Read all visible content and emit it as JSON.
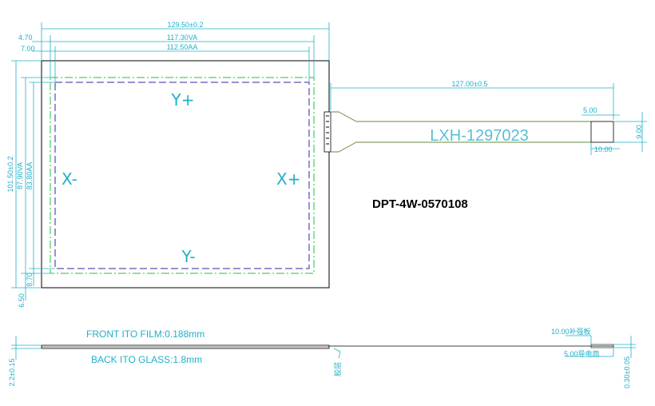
{
  "part_number": "DPT-4W-0570108",
  "tail_label": "LXH-1297023",
  "orientation": {
    "y_plus": "Y+",
    "y_minus": "Y-",
    "x_minus": "X-",
    "x_plus": "X+"
  },
  "dimensions": {
    "outer_width": "129.50±0.2",
    "va_width": "117.30VA",
    "aa_width": "112.50AA",
    "offset_top": "4.70",
    "offset_left": "7.00",
    "tail_length": "127.00±0.5",
    "tail_end_top": "5.00",
    "tail_end_height": "9.00",
    "tail_end_width": "10.00",
    "outer_height": "101.50±0.2",
    "va_height": "87.90VA",
    "aa_height": "83.80AA",
    "offset_bottom_1": "6.50",
    "offset_bottom_2": "8.70"
  },
  "side_view": {
    "front_film": "FRONT ITO FILM:0.188mm",
    "back_glass": "BACK ITO GLASS:1.8mm",
    "total_thickness": "2.2±0.15",
    "tail_thickness": "0.30±0.05",
    "note_10": "10.00补强板",
    "note_5": "5.00导电面",
    "note_bottom": "胶层"
  },
  "colors": {
    "outline": "#000000",
    "dimension": "#1fb0c8",
    "va_line": "#22c040",
    "aa_line": "#2a2aa0",
    "tail": "#6a8a40",
    "tail_label": "#58c0d0"
  }
}
